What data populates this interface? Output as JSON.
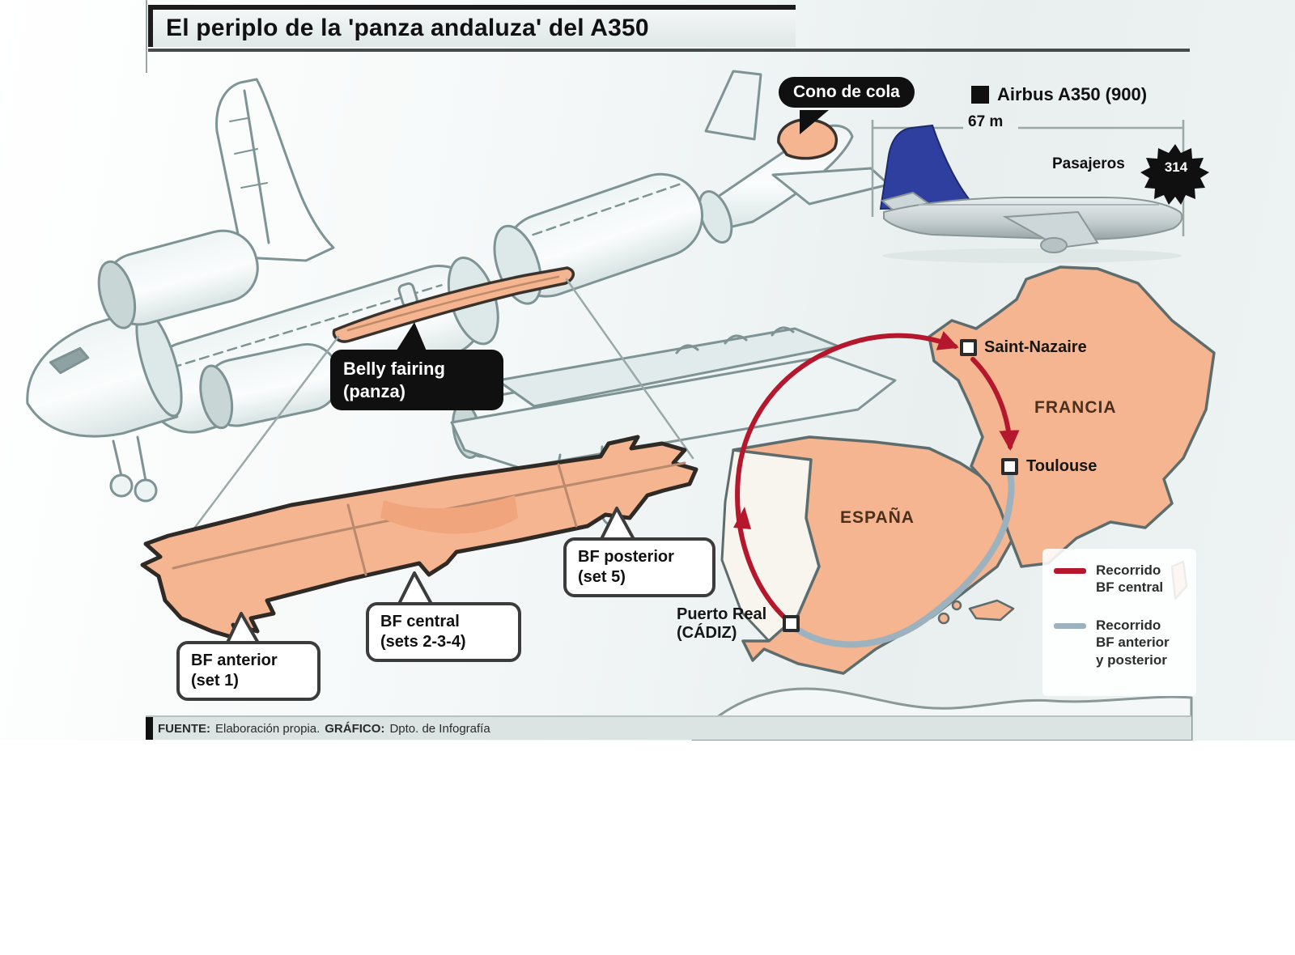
{
  "title": "El periplo de la 'panza andaluza' del A350",
  "spec": {
    "bullet_icon": "square",
    "model": "Airbus A350 (900)",
    "length_label": "67 m",
    "passengers_label": "Pasajeros",
    "passengers_value": "314"
  },
  "callouts": {
    "tail_cone": "Cono de cola",
    "belly_fairing": "Belly fairing\n(panza)",
    "bf_anterior": "BF anterior\n(set 1)",
    "bf_central": "BF central\n(sets 2-3-4)",
    "bf_posterior": "BF posterior\n(set 5)"
  },
  "map": {
    "countries": {
      "france": "FRANCIA",
      "spain": "ESPAÑA"
    },
    "cities": {
      "saint_nazaire": "Saint-Nazaire",
      "toulouse": "Toulouse",
      "puerto_real": "Puerto Real\n(CÁDIZ)"
    },
    "legend": [
      {
        "label": "Recorrido\nBF central",
        "color": "#b5172c"
      },
      {
        "label": "Recorrido\nBF anterior\ny posterior",
        "color": "#9db2bf"
      }
    ]
  },
  "footer": {
    "source_label": "FUENTE:",
    "source_value": "Elaboración propia.",
    "credit_label": "GRÁFICO:",
    "credit_value": "Dpto. de Infografía"
  },
  "colors": {
    "salmon": "#f4b590",
    "route_central": "#b5172c",
    "route_anterior_posterior": "#9db2bf",
    "map_outline": "#5d6d6d",
    "lineart": "#7e9394"
  }
}
